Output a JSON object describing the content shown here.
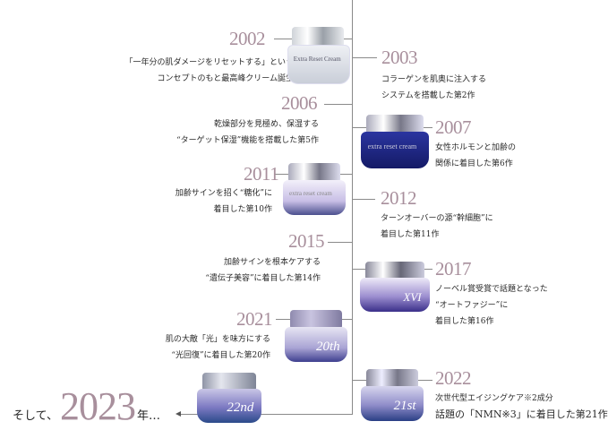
{
  "timeline": [
    {
      "year": "2002",
      "side": "left",
      "desc_lines": [
        "「一年分の肌ダメージをリセットする」という",
        "コンセプトのもと最高峰クリーム誕生"
      ],
      "jar_label": "Extra Reset Cream"
    },
    {
      "year": "2003",
      "side": "right",
      "desc_lines": [
        "コラーゲンを肌奥に注入する",
        "システムを搭載した第2作"
      ]
    },
    {
      "year": "2006",
      "side": "left",
      "desc_lines": [
        "乾燥部分を見極め、保湿する",
        "“ターゲット保湿”機能を搭載した第5作"
      ]
    },
    {
      "year": "2007",
      "side": "right",
      "desc_lines": [
        "女性ホルモンと加齢の",
        "関係に着目した第6作"
      ],
      "jar_label": "extra reset cream"
    },
    {
      "year": "2011",
      "side": "left",
      "desc_lines": [
        "加齢サインを招く“糖化”に",
        "着目した第10作"
      ],
      "jar_label": "extra reset cream"
    },
    {
      "year": "2012",
      "side": "right",
      "desc_lines": [
        "ターンオーバーの源“幹細胞”に",
        "着目した第11作"
      ]
    },
    {
      "year": "2015",
      "side": "left",
      "desc_lines": [
        "加齢サインを根本ケアする",
        "“遺伝子美容”に着目した第14作"
      ]
    },
    {
      "year": "2017",
      "side": "right",
      "desc_lines": [
        "ノーベル賞受賞で話題となった",
        "“オートファジー”に",
        "着目した第16作"
      ],
      "jar_label": "XVI"
    },
    {
      "year": "2021",
      "side": "left",
      "desc_lines": [
        "肌の大敵「光」を味方にする",
        "“光回復”に着目した第20作"
      ],
      "jar_label": "20th"
    },
    {
      "year": "2022",
      "side": "right",
      "desc_lines": [
        "次世代型エイジングケア※2成分",
        "話題の「NMN※3」に着目した第21作"
      ],
      "jar_label": "21st"
    }
  ],
  "finale": {
    "prefix": "そして、",
    "year": "2023",
    "suffix": "年…",
    "jar_label": "22nd"
  },
  "colors": {
    "year": "#a88f9c",
    "line": "#8a8a8a",
    "navy": "#1f2a7a",
    "lavender": "#b7b3d6"
  }
}
